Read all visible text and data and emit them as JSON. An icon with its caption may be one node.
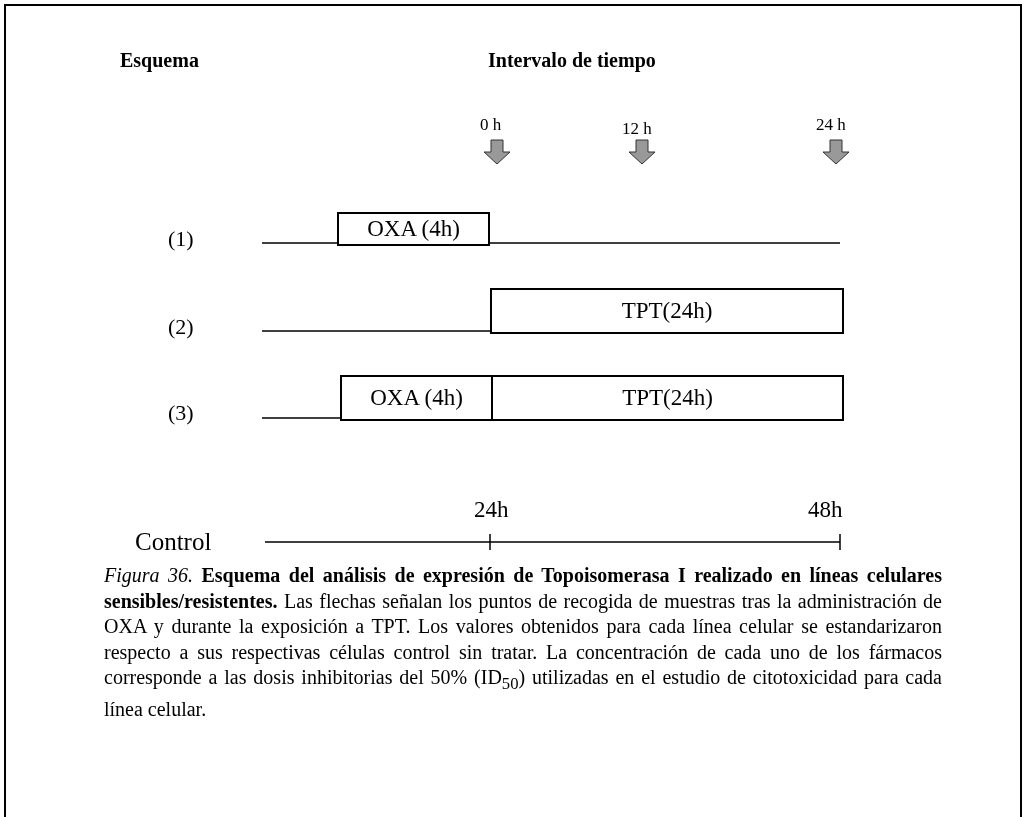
{
  "diagram": {
    "caption": "*Figura 36.* **Esquema del análisis de expresión de Topoisomerasa I realizado en líneas celulares sensibles/resistentes.** Las flechas señalan los puntos de recogida de muestras tras la administración de OXA  y durante la exposición a TPT. Los valores obtenidos para cada línea celular se estandarizaron  respecto a sus respectivas células control sin tratar. La concentración de cada uno de los fármacos corresponde a las dosis inhibitorias del 50% (ID$_{50}$) utilizadas en el estudio de citotoxicidad para cada línea celular.",
    "nodes": [
      {
        "text": [
          "OXA (4h)"
        ]
      },
      {
        "text": [
          "TPT(24h)"
        ]
      },
      {
        "text": [
          "OXA (4h)"
        ]
      },
      {
        "text": [
          "TPT(24h)"
        ]
      }
    ],
    "labels": [
      "Esquema",
      "Intervalo de tiempo",
      "0 h",
      "12 h",
      "24 h",
      "(1)",
      "(2)",
      "(3)",
      "24h",
      "48h",
      "Control"
    ]
  }
}
